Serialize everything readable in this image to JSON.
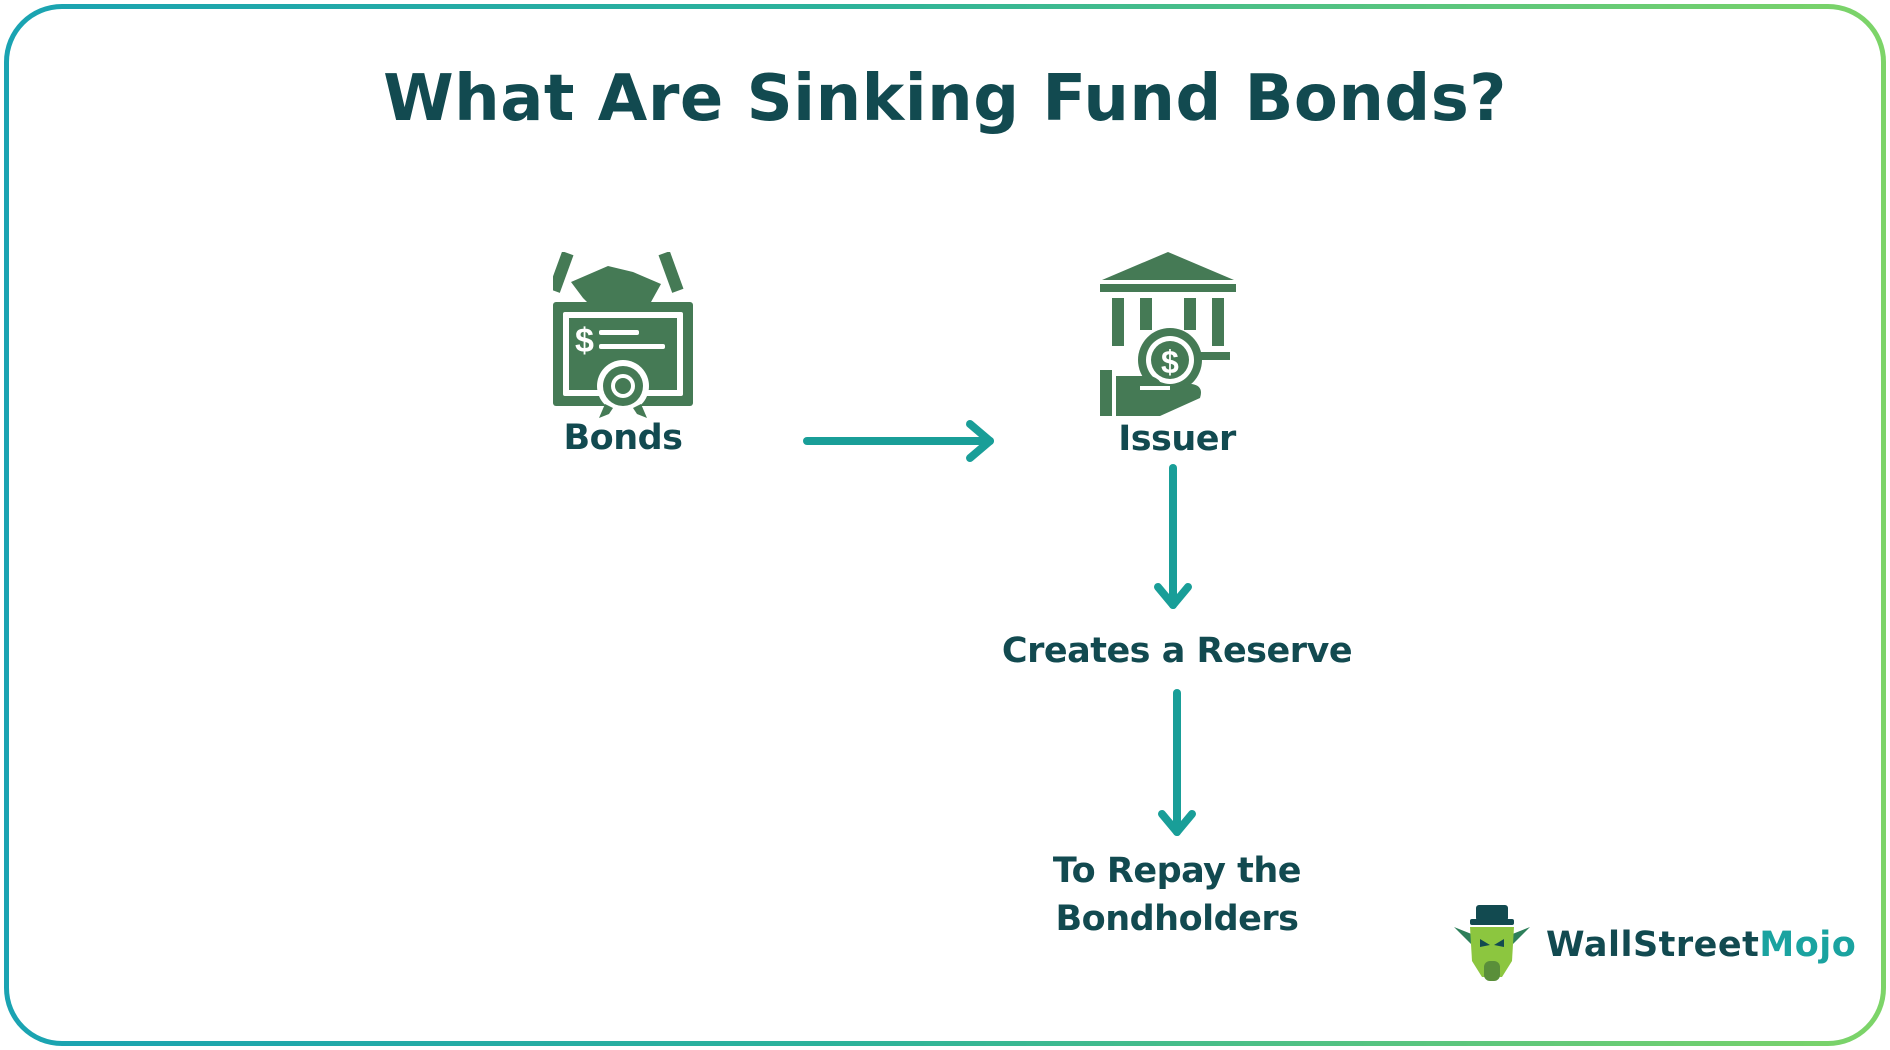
{
  "title": "What Are Sinking Fund Bonds?",
  "nodes": {
    "bonds": "Bonds",
    "issuer": "Issuer",
    "reserve": "Creates a Reserve",
    "repay_line1": "To Repay the",
    "repay_line2": "Bondholders"
  },
  "icons": {
    "bonds": "bond-certificate-handshake-icon",
    "issuer": "bank-hand-coin-icon",
    "logo": "bull-mascot-icon"
  },
  "logo": {
    "part1": "WallStreet",
    "part2": "Mojo"
  },
  "colors": {
    "title_text": "#124a50",
    "icon_green": "#457a55",
    "arrow_teal": "#199e98",
    "logo_teal": "#1aa3a0",
    "frame_start": "#1aa3b2",
    "frame_end": "#7dd468"
  }
}
